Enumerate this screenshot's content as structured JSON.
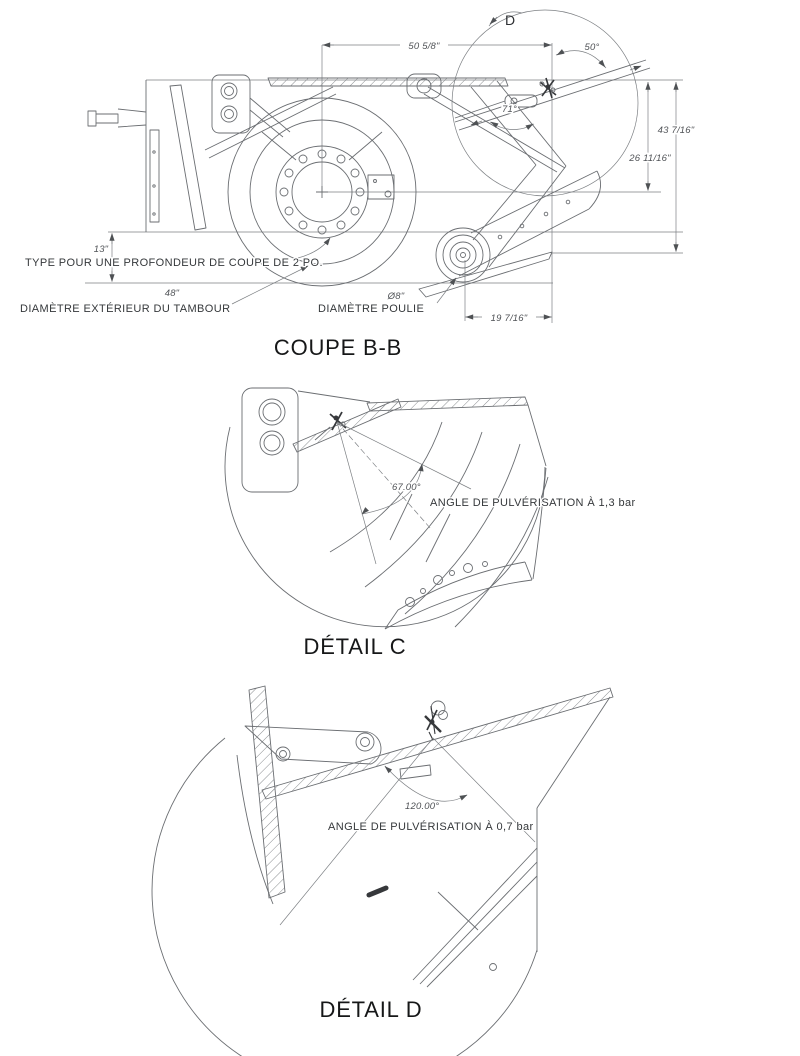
{
  "coupe": {
    "title": "COUPE B-B",
    "note_cut_depth": "TYPE POUR UNE PROFONDEUR DE COUPE DE 2 PO.",
    "label_drum": "DIAMÈTRE EXTÉRIEUR DU TAMBOUR",
    "label_pulley": "DIAMÈTRE POULIE",
    "detail_marker": "D",
    "dims": {
      "top_width": "50 5/8\"",
      "nozzle_angle": "50°",
      "bar_angle": "71°",
      "height_to_pulley": "43 7/16\"",
      "height_to_drum_center": "26 11/16\"",
      "pulley_to_nozzle": "19 7/16\"",
      "cut_zone_height": "13\"",
      "drum_diameter": "48\"",
      "pulley_diameter": "Ø8\""
    }
  },
  "detail_c": {
    "title": "DÉTAIL C",
    "spray_angle": "67.00°",
    "spray_label": "ANGLE DE PULVÉRISATION À 1,3 bar"
  },
  "detail_d": {
    "title": "DÉTAIL D",
    "spray_angle": "120.00°",
    "spray_label": "ANGLE DE PULVÉRISATION À 0,7 bar"
  }
}
